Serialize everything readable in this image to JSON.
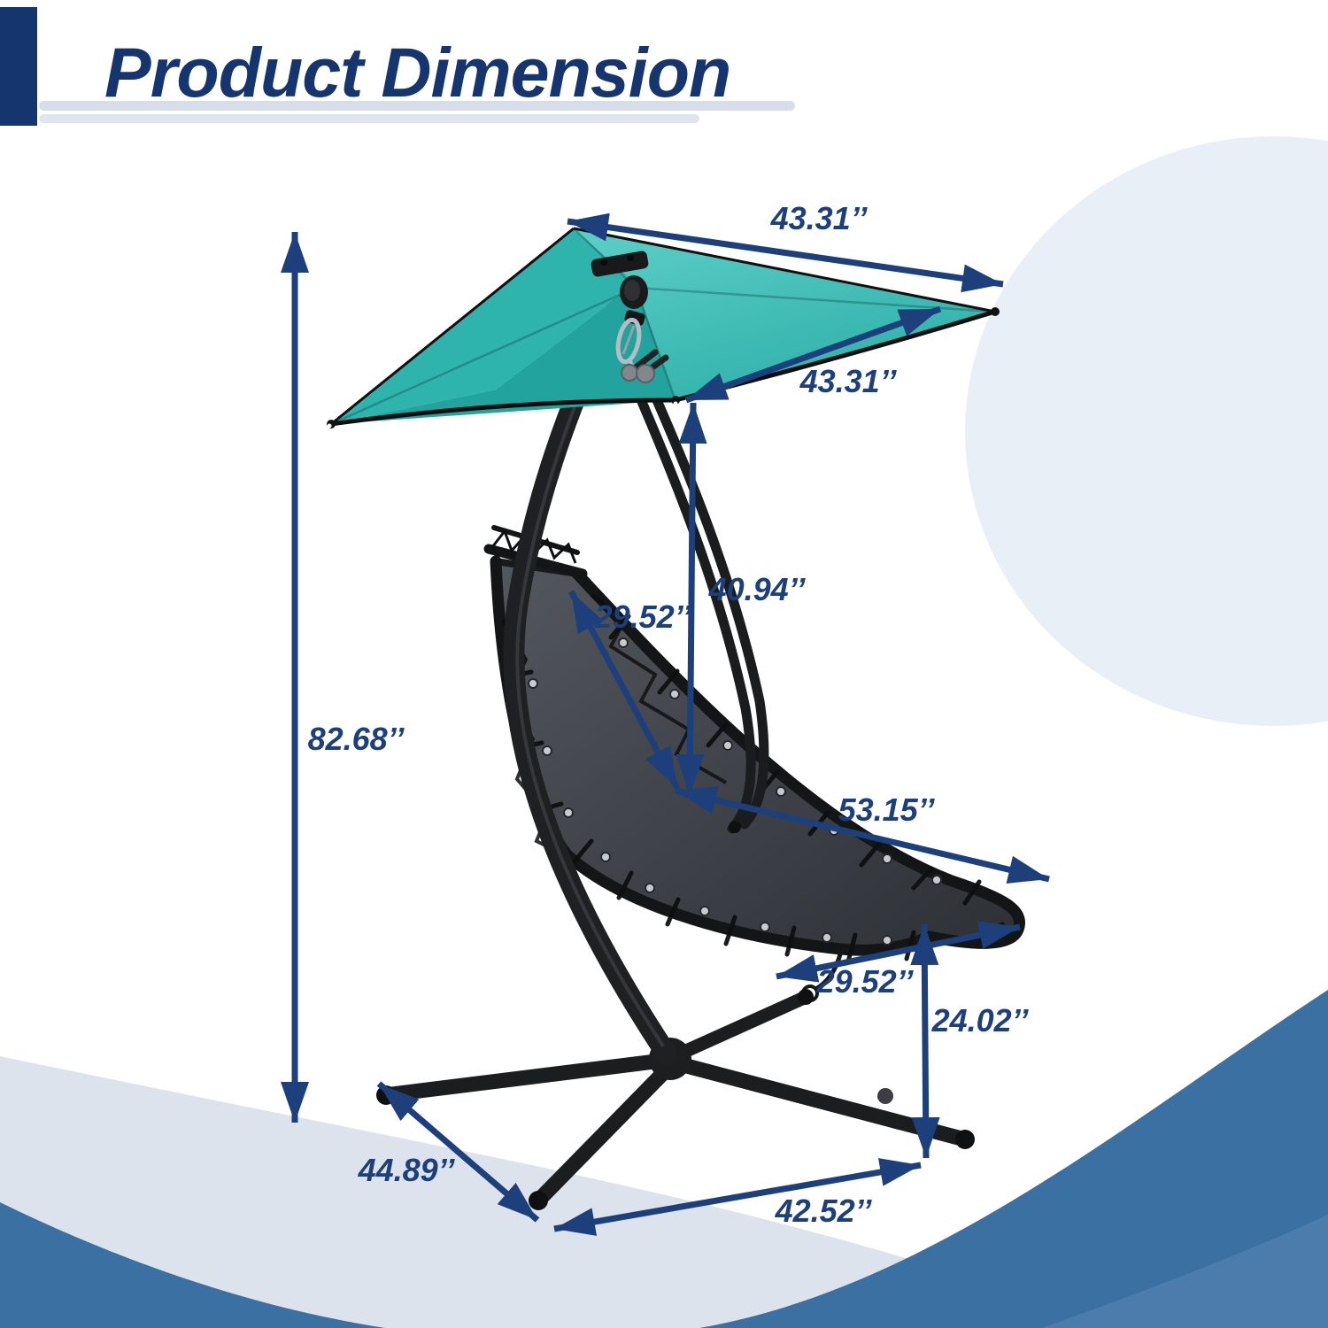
{
  "header": {
    "title": "Product Dimension"
  },
  "dimensions": {
    "canopy_width": {
      "label": "43.31’’"
    },
    "canopy_depth": {
      "label": "43.31’’"
    },
    "canopy_to_seat": {
      "label": "40.94’’"
    },
    "backrest_length": {
      "label": "29.52’’"
    },
    "overall_height": {
      "label": "82.68’’"
    },
    "bed_length": {
      "label": "53.15’’"
    },
    "bed_width": {
      "label": "29.52’’"
    },
    "seat_height": {
      "label": "24.02’’"
    },
    "base_leg_span": {
      "label": "44.89’’"
    },
    "base_width": {
      "label": "42.52’’"
    }
  },
  "colors": {
    "accent_navy": "#1d3f7b",
    "title_navy": "#16356e",
    "canopy_teal": "#3cbdb6",
    "wave_blue": "#3a70a2",
    "wave_blue_light": "#4b7cab",
    "wave_gray": "#dce3ed",
    "circle_gray": "#e9eff6",
    "frame_black": "#1b1c1e"
  }
}
